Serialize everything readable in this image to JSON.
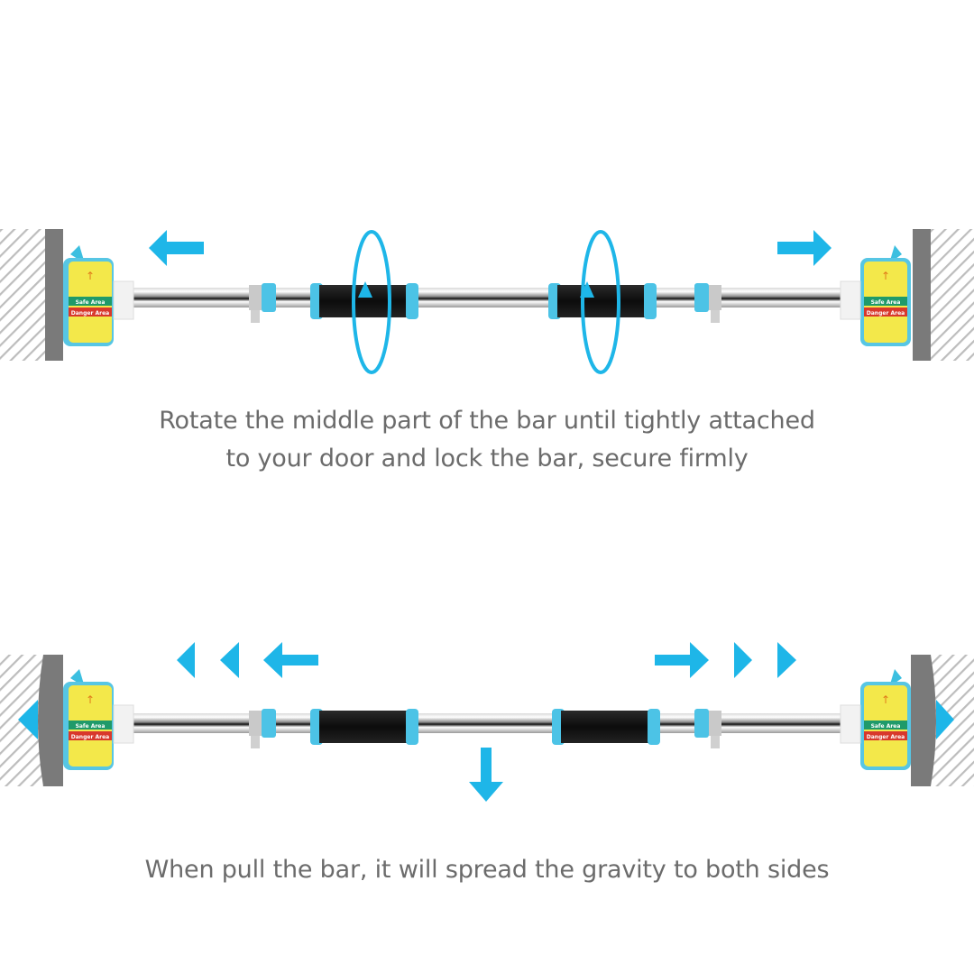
{
  "colors": {
    "accent": "#1EB6E8",
    "wall_gray": "#7a7a7a",
    "hatch": "#bdbdbd",
    "grip": "#111111",
    "chrome": "#cfcfcf",
    "label_yellow": "#f3e84a",
    "label_green": "#1f9a6a",
    "label_red": "#d8382c",
    "caption_text": "#6b6b6b"
  },
  "end_cap_label": {
    "top_arrow": "↑",
    "safe_area": "Safe Area",
    "danger_area": "Danger Area"
  },
  "step_rotate": {
    "caption_line1": "Rotate the middle part of the bar until tightly attached",
    "caption_line2": "to your door and lock the bar, secure firmly",
    "icons": [
      "arrow-left-icon",
      "arrow-right-icon",
      "rotation-ellipse-icon",
      "rotation-ellipse-icon"
    ]
  },
  "step_pull": {
    "caption": "When pull the bar, it will spread the gravity to both sides",
    "icons": [
      "triangle-left-icon",
      "triangle-left-icon",
      "arrow-left-icon",
      "arrow-right-icon",
      "triangle-right-icon",
      "triangle-right-icon",
      "arrow-down-icon"
    ]
  }
}
